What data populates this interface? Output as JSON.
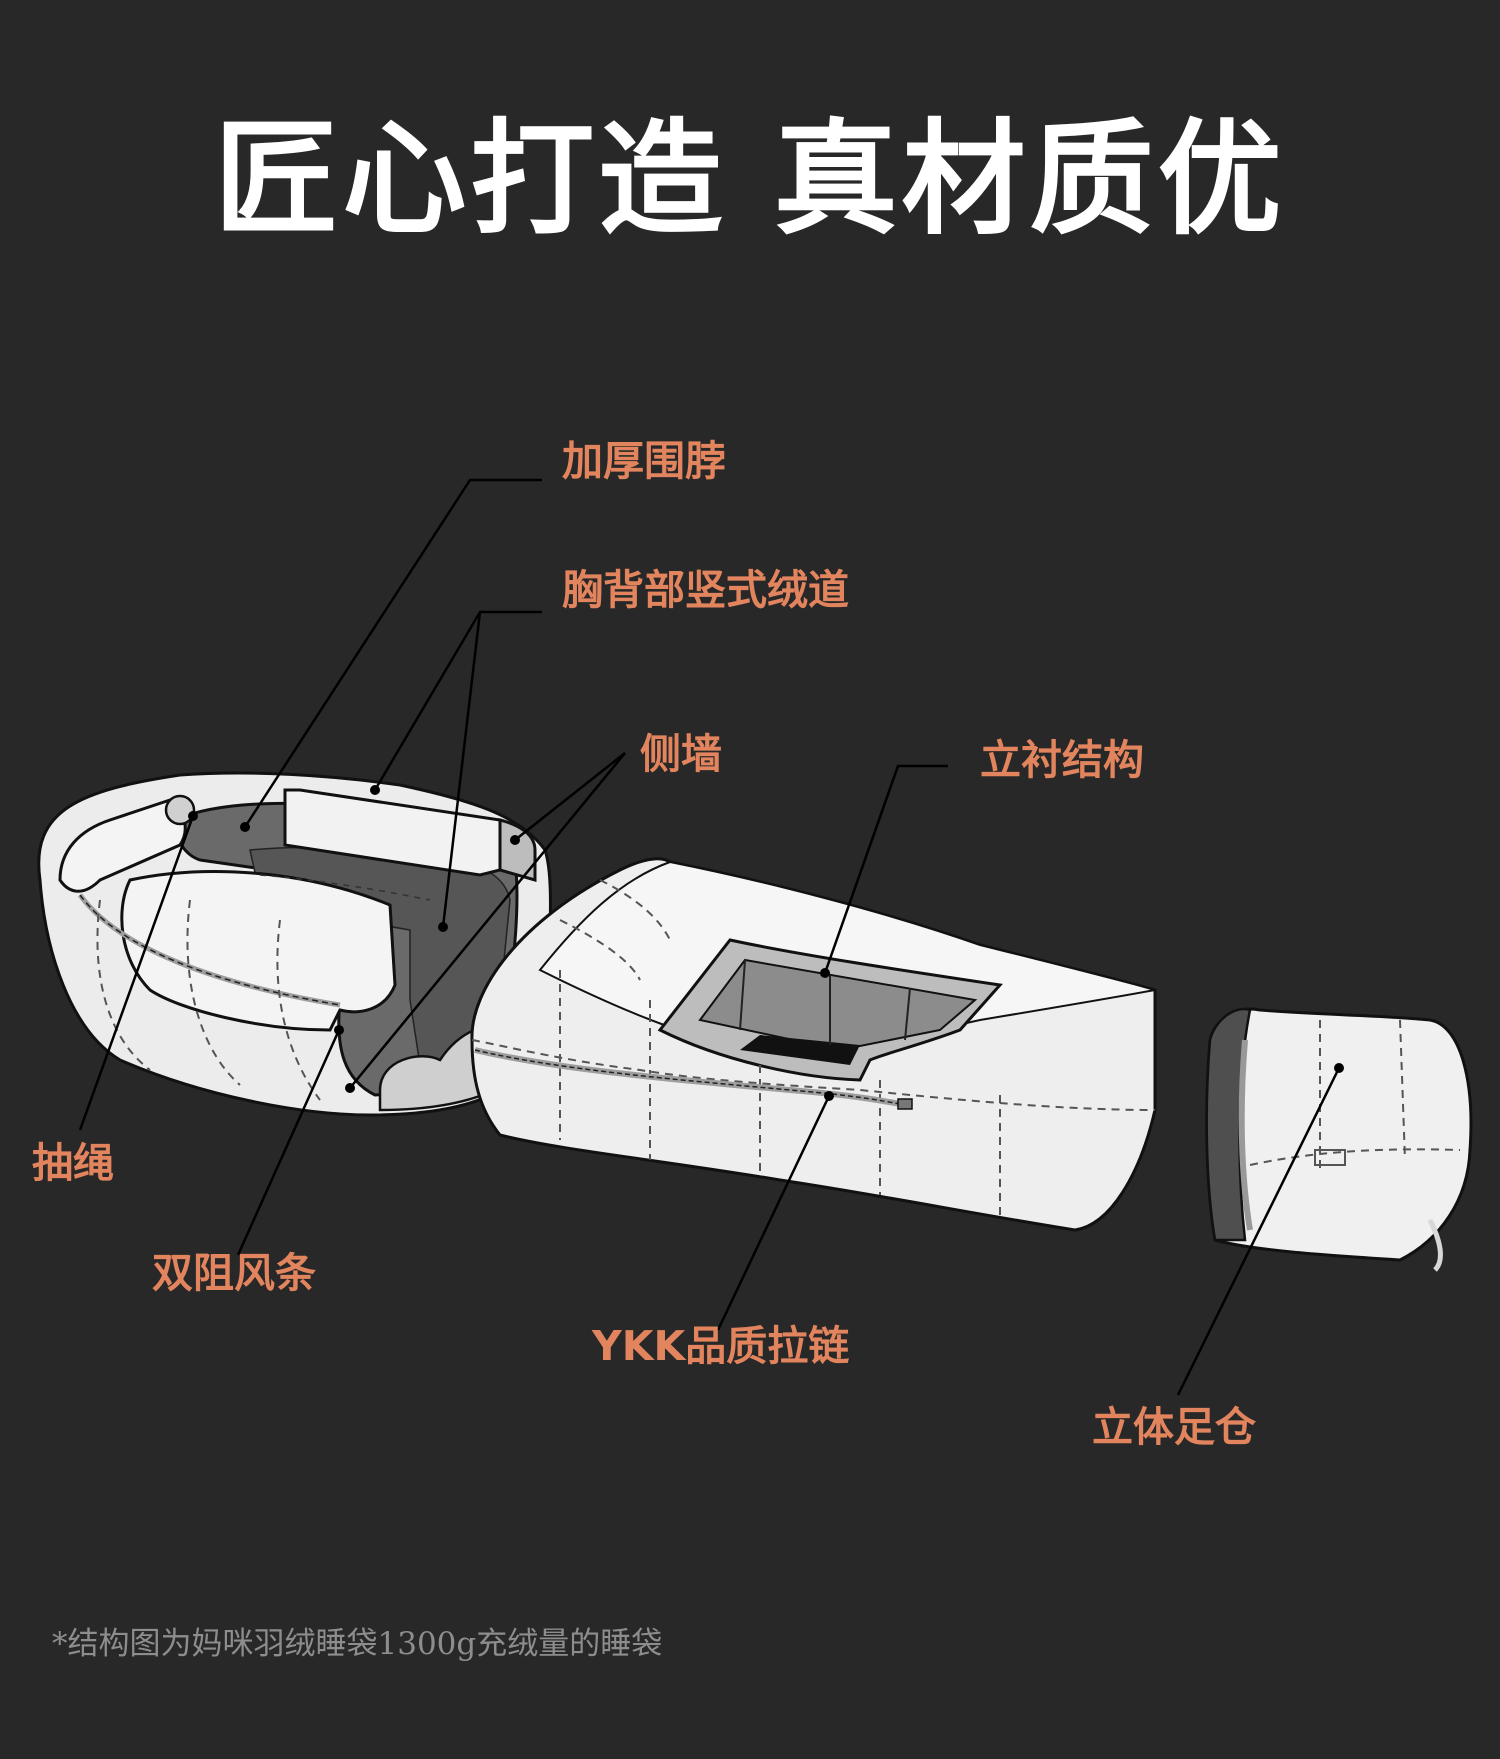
{
  "title": "匠心打造 真材质优",
  "labels": {
    "thick_collar": "加厚围脖",
    "vertical_baffles": "胸背部竖式绒道",
    "side_wall": "侧墙",
    "box_baffle": "立衬结构",
    "drawcord": "抽绳",
    "draft_tube": "双阻风条",
    "zipper": "YKK品质拉链",
    "footbox": "立体足仓"
  },
  "footnote": "*结构图为妈咪羽绒睡袋1300g充绒量的睡袋",
  "colors": {
    "background": "#282828",
    "accent": "#e2845d",
    "title": "#ffffff",
    "footnote": "#8d8d8d"
  }
}
